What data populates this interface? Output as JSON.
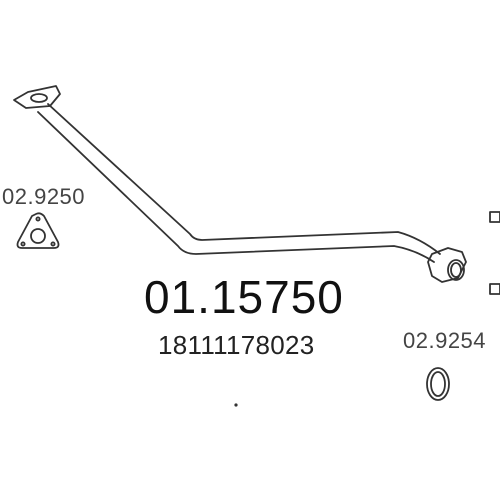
{
  "labels": {
    "part_number": "01.15750",
    "oem_number": "18111178023",
    "flange_gasket_ref": "02.9250",
    "ring_gasket_ref": "02.9254"
  },
  "colors": {
    "background": "#ffffff",
    "line": "#333333",
    "text": "#222222"
  }
}
